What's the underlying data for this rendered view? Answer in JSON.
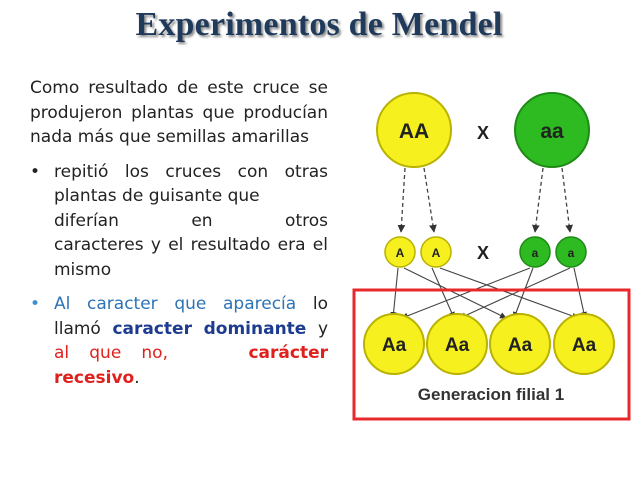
{
  "title": "Experimentos de Mendel",
  "intro": "Como resultado de este cruce se produjeron plantas que producían nada más que semillas amarillas",
  "bullet1": {
    "line1": "repitió los cruces con otras plantas de guisante que",
    "w1": "diferían",
    "w2": "en",
    "w3": "otros",
    "line2": "caracteres y el resultado era el mismo"
  },
  "bullet2": {
    "p1": "Al caracter que aparecía",
    "p2": "lo llamó",
    "p3": "caracter",
    "p4": "dominante",
    "p5": "y",
    "p6": "al que no,",
    "p7": "carácter",
    "p8": "recesivo",
    "p9": "."
  },
  "diagram": {
    "parent_dominant": "AA",
    "parent_recessive": "aa",
    "cross_symbol": "X",
    "gamete_dominant": "A",
    "gamete_recessive": "a",
    "offspring": [
      "Aa",
      "Aa",
      "Aa",
      "Aa"
    ],
    "box_label": "Generacion filial 1",
    "colors": {
      "yellow": "#f5f01e",
      "green": "#2dbb21",
      "red_box": "#e8292c"
    }
  }
}
